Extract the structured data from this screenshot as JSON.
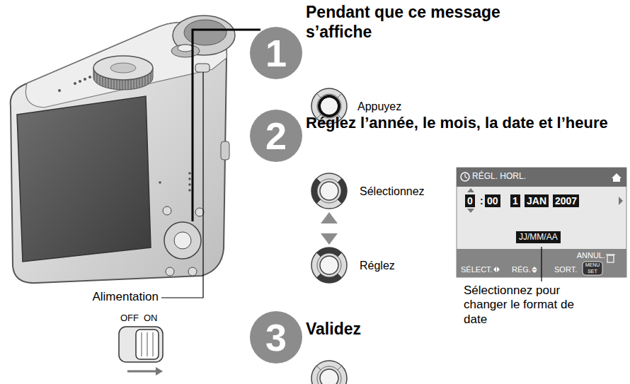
{
  "diagram": {
    "nodes": [
      {
        "text": [
          "1",
          "Pendant que ce message s’affiche"
        ]
      },
      {
        "text": [
          "2",
          "Réglez l’année, le mois, la date et l’heure"
        ]
      },
      {
        "text": [
          "3",
          "Validez"
        ]
      },
      {
        "text": [
          "RÉGL. HORL.",
          "0",
          ":",
          "00",
          "1",
          "JAN",
          "2007",
          "JJ/MM/AA",
          "ANNUL.",
          "SÉLECT.",
          "RÉG.",
          "SORT.",
          "MENU",
          "SET"
        ]
      }
    ],
    "labels": [
      "Appuyez",
      "Sélectionnez",
      "Réglez",
      "Sélectionnez pour changer le format de date",
      "Alimentation",
      "OFF",
      "ON"
    ]
  }
}
